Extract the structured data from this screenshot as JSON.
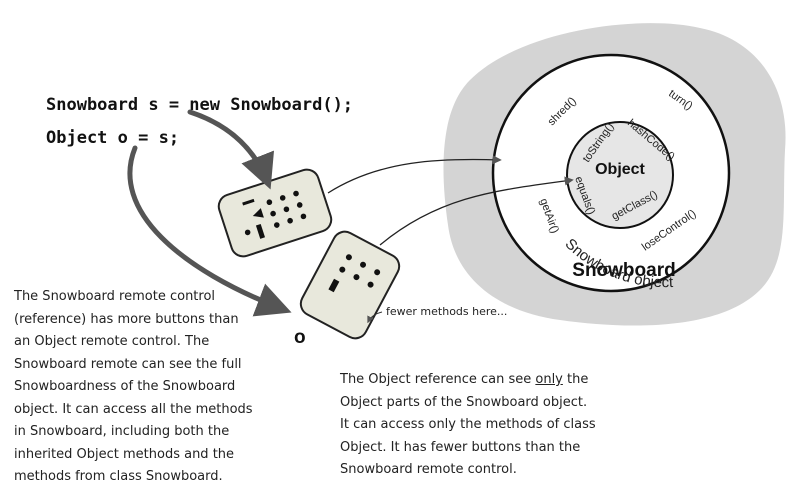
{
  "code": {
    "line1": "Snowboard s = new Snowboard();",
    "line2": "Object o = s;"
  },
  "diagram": {
    "object_outer_label": "Snowboard object",
    "snowboard_label": "Snowboard",
    "object_label": "Object",
    "snowboard_methods": [
      "shred()",
      "turn()",
      "getAir()",
      "loseControl()"
    ],
    "object_methods": [
      "toString()",
      "hashCode()",
      "equals()",
      "getClass()"
    ],
    "variable_o": "o",
    "fewer_methods_note": "fewer methods here..."
  },
  "notes": {
    "left": [
      "The Snowboard remote control",
      "(reference) has more buttons than",
      "an Object remote control. The",
      "Snowboard remote can see the full",
      "Snowboardness of the Snowboard",
      "object. It can access all the methods",
      "in Snowboard, including both the",
      "inherited Object methods and the",
      "methods from class Snowboard."
    ],
    "right": {
      "line1_before": "The Object reference can see ",
      "line1_emphasis": "only",
      "line1_after": " the",
      "rest": [
        "Object parts of the Snowboard object.",
        "It can access only the methods of class",
        "Object. It has fewer buttons than the",
        "Snowboard remote control."
      ]
    }
  },
  "colors": {
    "blob": "#d4d4d4",
    "inner_circle": "#e6e6e6",
    "remote": "#e8e8dc",
    "ink": "#555555"
  }
}
